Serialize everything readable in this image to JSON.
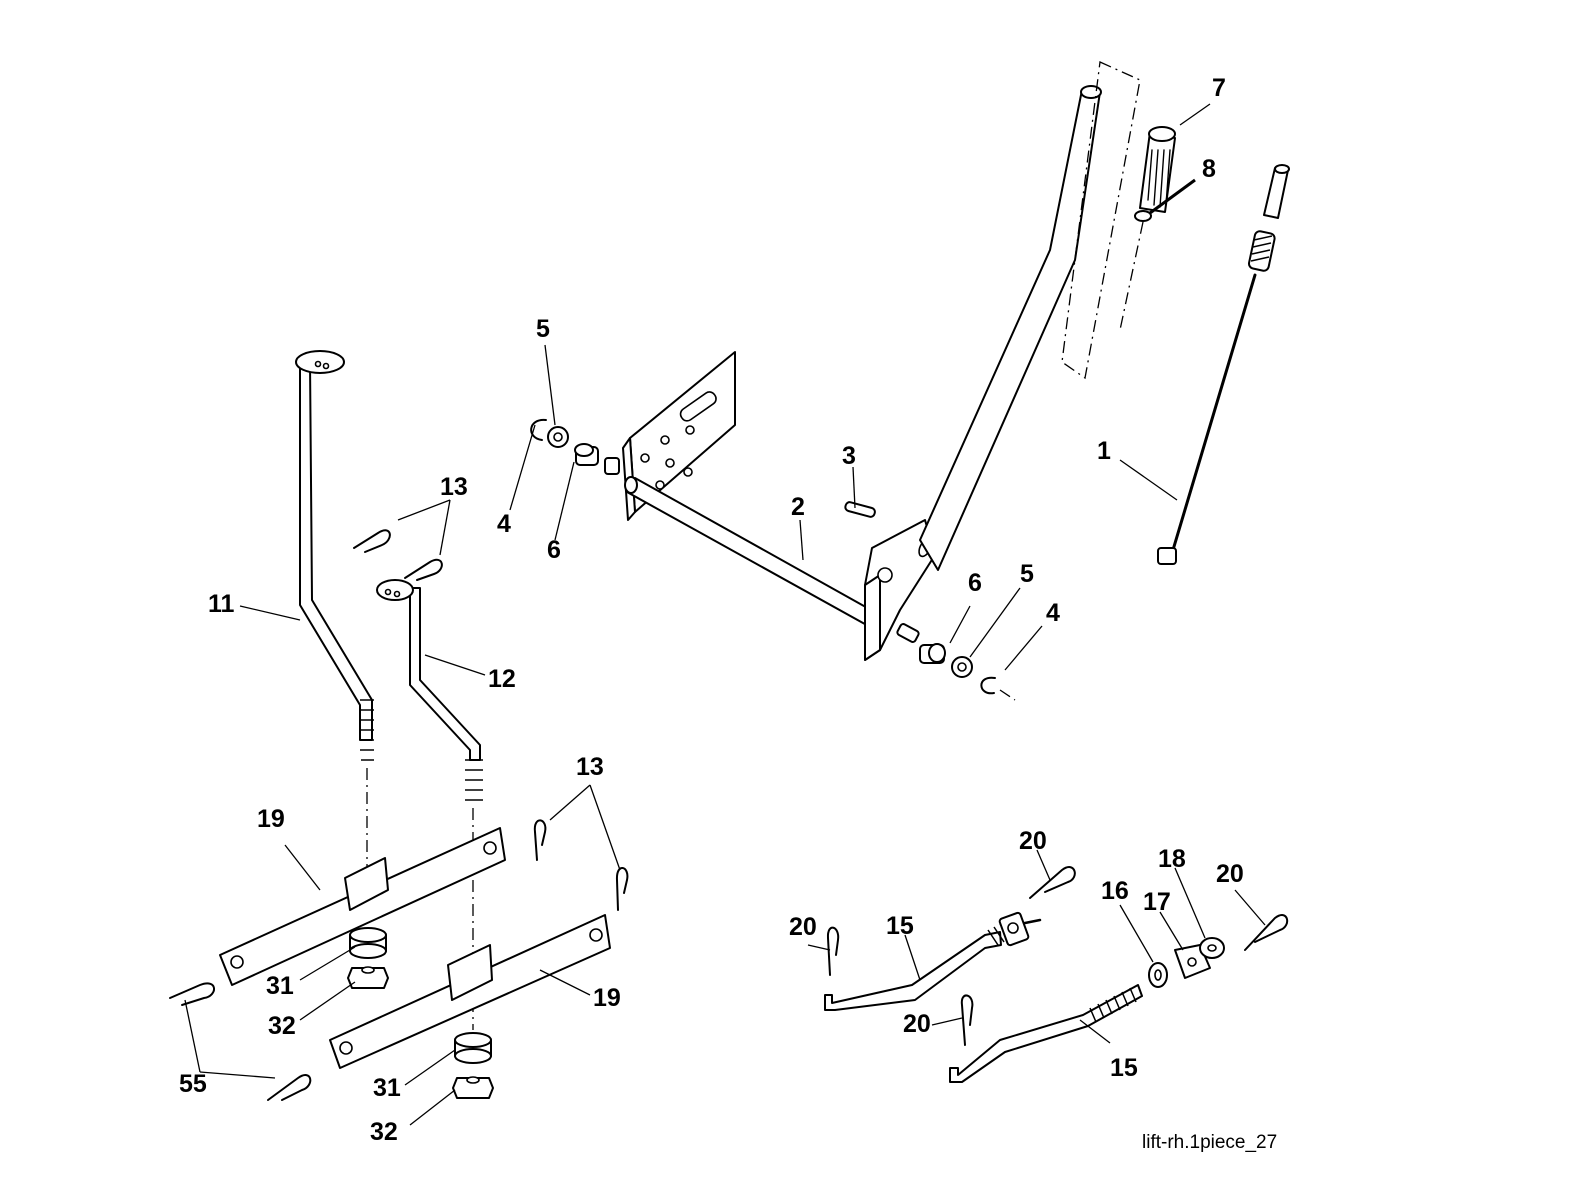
{
  "callouts": {
    "c1": "1",
    "c2": "2",
    "c3": "3",
    "c4a": "4",
    "c4b": "4",
    "c5a": "5",
    "c5b": "5",
    "c6a": "6",
    "c6b": "6",
    "c7": "7",
    "c8": "8",
    "c11": "11",
    "c12": "12",
    "c13a": "13",
    "c13b": "13",
    "c15a": "15",
    "c15b": "15",
    "c16": "16",
    "c17": "17",
    "c18": "18",
    "c19a": "19",
    "c19b": "19",
    "c20a": "20",
    "c20b": "20",
    "c20c": "20",
    "c20d": "20",
    "c31a": "31",
    "c31b": "31",
    "c32a": "32",
    "c32b": "32",
    "c55": "55"
  },
  "caption": "lift-rh.1piece_27"
}
